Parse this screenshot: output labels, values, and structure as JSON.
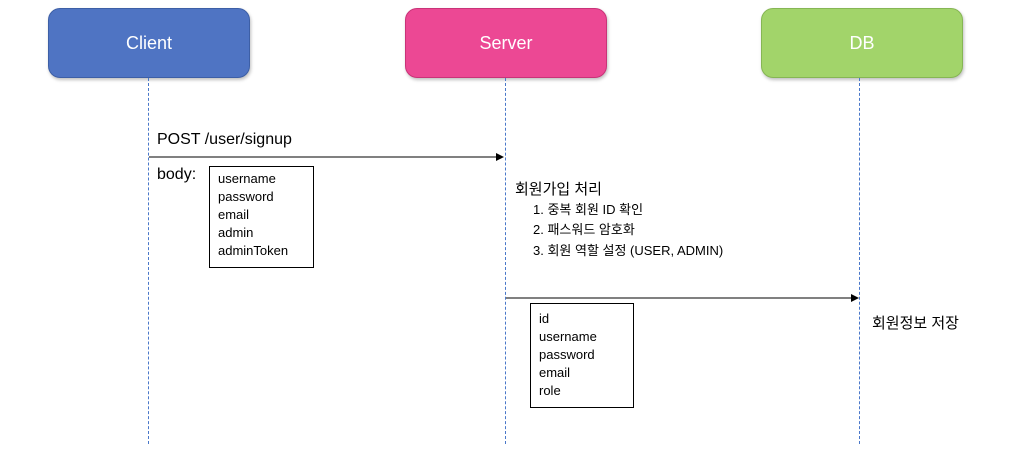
{
  "participants": {
    "client": {
      "label": "Client",
      "color": "#4f74c3"
    },
    "server": {
      "label": "Server",
      "color": "#ec4894"
    },
    "db": {
      "label": "DB",
      "color": "#a2d46a"
    }
  },
  "messages": {
    "signup_request": {
      "label": "POST /user/signup"
    },
    "body_label": "body:",
    "request_fields": [
      "username",
      "password",
      "email",
      "admin",
      "adminToken"
    ],
    "save_fields": [
      "id",
      "username",
      "password",
      "email",
      "role"
    ]
  },
  "server_process": {
    "title": "회원가입 처리",
    "steps": [
      "1. 중복 회원 ID 확인",
      "2. 패스워드 암호화",
      "3. 회원 역할 설정 (USER, ADMIN)"
    ]
  },
  "db_action": "회원정보 저장"
}
